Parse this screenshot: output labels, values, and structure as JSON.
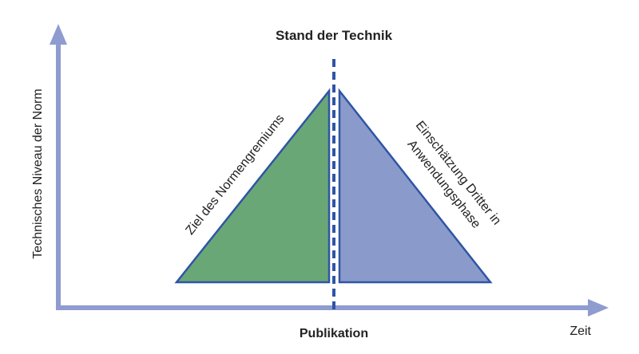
{
  "diagram": {
    "top_label": "Stand der Technik",
    "bottom_label": "Publikation",
    "y_axis_label": "Technisches Niveau der Norm",
    "x_axis_label": "Zeit",
    "left_triangle_label": "Ziel des Normengremiums",
    "right_triangle_label_line1": "Einschätzung Dritter in",
    "right_triangle_label_line2": "Anwendungsphase"
  },
  "colors": {
    "axis": "#8e9ccf",
    "left_fill": "#6aa776",
    "right_fill": "#8a9bcb",
    "outline": "#2f55a4",
    "divider": "#2f55a4",
    "text": "#222222"
  }
}
